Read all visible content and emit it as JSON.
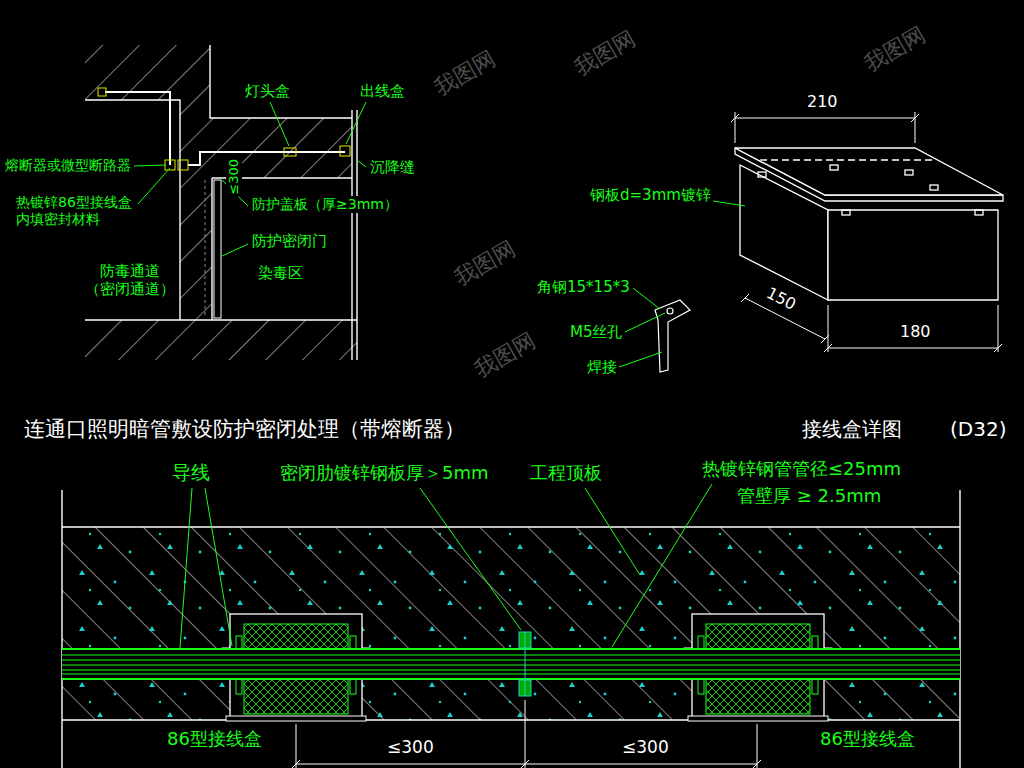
{
  "diagram": {
    "labels": [
      "灯头盒",
      "出线盒",
      "熔断器或微型断路器",
      "≤300",
      "热镀锌86型接线盒 内填密封材料",
      "防护盖板（厚≥3mm）",
      "沉降缝",
      "防护密闭门",
      "防毒通道 （密闭通道）",
      "染毒区",
      "210",
      "钢板d=3mm镀锌",
      "角钢15*15*3",
      "M5丝孔",
      "焊接",
      "150",
      "180",
      "连通口照明暗管敷设防护密闭处理（带熔断器）",
      "接线盒详图",
      "(D32)",
      "导线",
      "密闭肋镀锌钢板厚＞5mm",
      "工程顶板",
      "热镀锌钢管管径≤25mm",
      "管壁厚 ≥ 2.5mm",
      "86型接线盒",
      "≤300",
      "≤300",
      "86型接线盒",
      "我图网",
      "我图网",
      "我图网",
      "我图网",
      "我图网"
    ]
  }
}
